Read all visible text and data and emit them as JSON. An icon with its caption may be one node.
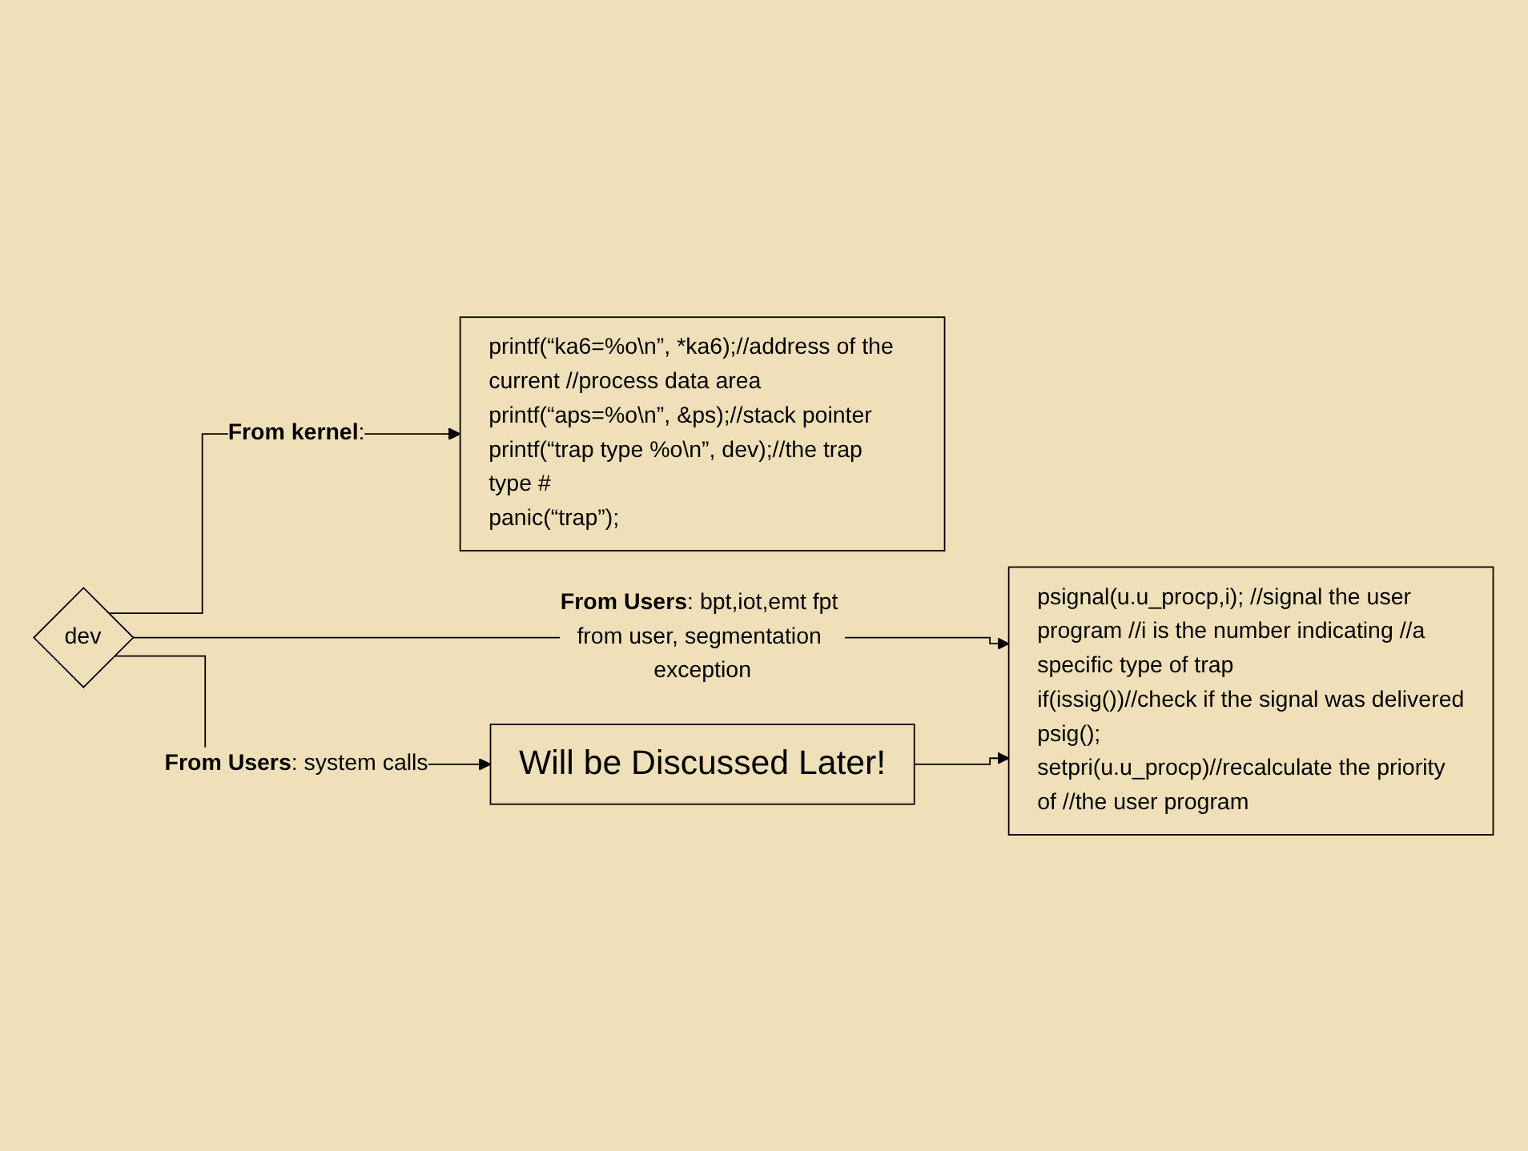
{
  "diagram": {
    "nodes": [
      {
        "text": [
          "psignal(u.u_procp,i); //signal the user program //i is the number indicating //a specific type of trap",
          "if(issig())//check if the signal was delivered",
          "psig();",
          "setpri(u.u_procp)//recalculate the priority of //the user program"
        ]
      },
      {
        "text": [
          "dev"
        ]
      },
      {
        "text": [
          "printf(“ka6=%o\\n”, *ka6);//address of the current //process data area",
          "printf(“aps=%o\\n”, &ps);//stack pointer",
          "printf(“trap type %o\\n”, dev);//the trap type #",
          "panic(“trap”);"
        ]
      },
      {
        "text": [
          "Will be Discussed Later!"
        ]
      }
    ],
    "edges": [
      {
        "from": 1,
        "to": 0,
        "arrow": "to",
        "label": "**From Users**: bpt,iot,emt fpt from user, segmentation exception"
      },
      {
        "from": 1,
        "to": 2,
        "arrow": "to",
        "label": "**From kernel**:"
      },
      {
        "from": 1,
        "to": 3,
        "arrow": "to",
        "label": "**From Users**: system calls"
      },
      {
        "from": 3,
        "to": 0,
        "arrow": "to"
      }
    ]
  }
}
